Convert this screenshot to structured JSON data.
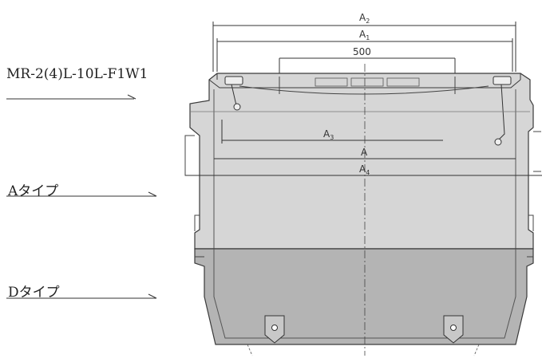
{
  "callouts": {
    "model": "MR-2(4)L-10L-F1W1",
    "type_a": "Aタイプ",
    "type_d": "Dタイプ"
  },
  "dimensions": {
    "a2": {
      "main": "A",
      "sub": "2"
    },
    "a1": {
      "main": "A",
      "sub": "1"
    },
    "opening": {
      "main": "500",
      "sub": ""
    },
    "a3": {
      "main": "A",
      "sub": "3"
    },
    "a": {
      "main": "A",
      "sub": ""
    },
    "a4": {
      "main": "A",
      "sub": "4"
    }
  },
  "colors": {
    "upper_body": "#d6d6d6",
    "lower_body": "#b4b4b4",
    "outline": "#3a3a3a",
    "background": "#ffffff"
  }
}
